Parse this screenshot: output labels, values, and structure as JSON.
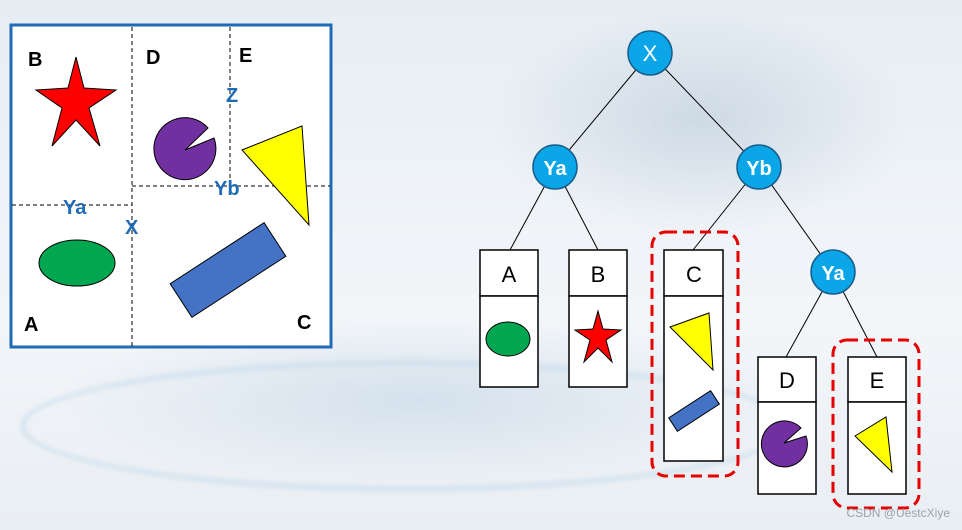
{
  "partition": {
    "labels": {
      "B": "B",
      "D": "D",
      "E": "E",
      "A": "A",
      "C": "C"
    },
    "axes": {
      "Z": "Z",
      "Ya": "Ya",
      "X": "X",
      "Yb": "Yb"
    }
  },
  "tree": {
    "nodes": {
      "root": "X",
      "left": "Ya",
      "right": "Yb",
      "sub": "Ya"
    },
    "leaves": {
      "A": "A",
      "B": "B",
      "C": "C",
      "D": "D",
      "E": "E"
    }
  },
  "colors": {
    "frame": "#1f6bb5",
    "node": "#0aa6e8",
    "axis_label": "#1f6bb5",
    "star": "#ff0000",
    "ellipse": "#00a650",
    "pacman": "#7030a0",
    "triangle": "#ffff00",
    "rect": "#4472c4",
    "highlight": "#e60000"
  },
  "watermark": "CSDN @UestcXiye"
}
